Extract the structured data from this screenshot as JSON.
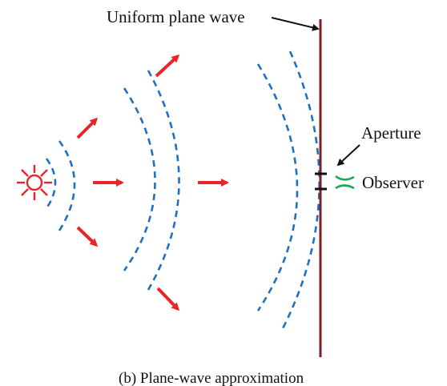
{
  "figure": {
    "labels": {
      "uniform_plane_wave": "Uniform plane wave",
      "aperture": "Aperture",
      "observer": "Observer",
      "caption": "(b) Plane-wave approximation"
    },
    "colors": {
      "wavefront": "#1f6fc5",
      "arrow": "#e8262a",
      "source": "#e8262a",
      "plane": "#7a1f22",
      "aperture": "#111111",
      "observer": "#1aaa55",
      "text": "#111111"
    },
    "icons": {
      "source": "point-source-icon",
      "observer": "eye-icon"
    }
  }
}
